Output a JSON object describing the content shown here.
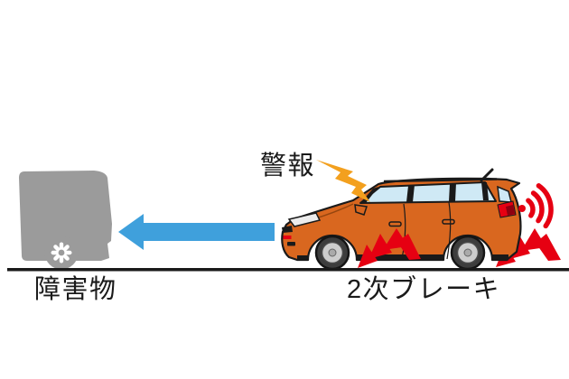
{
  "diagram": {
    "description": "Collision mitigation: car approaching obstacle, alarm sounds and secondary brake engages",
    "labels": {
      "warning": "警報",
      "obstacle": "障害物",
      "secondary_brake": "2次ブレーキ"
    },
    "icons": {
      "warning_bolt": "lightning-bolt-icon",
      "radar_waves": "radar-wave-icon",
      "brake_marks": "brake-vibration-icon",
      "motion_arrow": "left-arrow-icon",
      "obstacle_vehicle": "van-silhouette-icon",
      "ego_vehicle": "suv-side-icon"
    },
    "colors": {
      "car_body": "#d9671f",
      "warning_bolt": "#f3a01e",
      "alert_red": "#e60012",
      "arrow_blue": "#3fa0dc",
      "van_gray": "#9b9b9b",
      "window_blue": "#cfe9f5",
      "ground": "#1a1a1a"
    }
  }
}
